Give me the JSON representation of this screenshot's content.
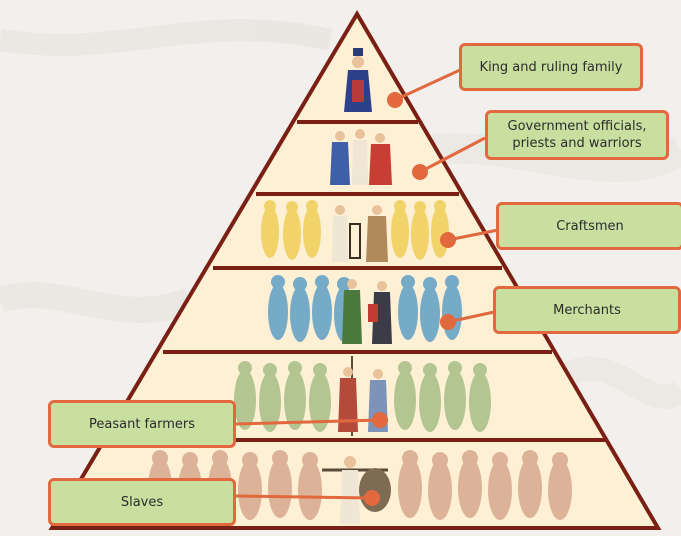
{
  "tiers": [
    {
      "id": "king",
      "label": "King and ruling family"
    },
    {
      "id": "officials",
      "label": "Government officials, priests and warriors"
    },
    {
      "id": "craftsmen",
      "label": "Craftsmen"
    },
    {
      "id": "merchants",
      "label": "Merchants"
    },
    {
      "id": "peasants",
      "label": "Peasant farmers"
    },
    {
      "id": "slaves",
      "label": "Slaves"
    }
  ],
  "colors": {
    "pyramid_fill": "#fdf0d5",
    "pyramid_border": "#7a1f14",
    "label_fill": "#c8dfa0",
    "label_border": "#e2683e",
    "connector": "#e2683e",
    "craftsmen_crowd": "#f1cf57",
    "merchants_crowd": "#5f9fc6",
    "peasants_crowd": "#a7bf86",
    "slaves_crowd": "#d5a489"
  }
}
